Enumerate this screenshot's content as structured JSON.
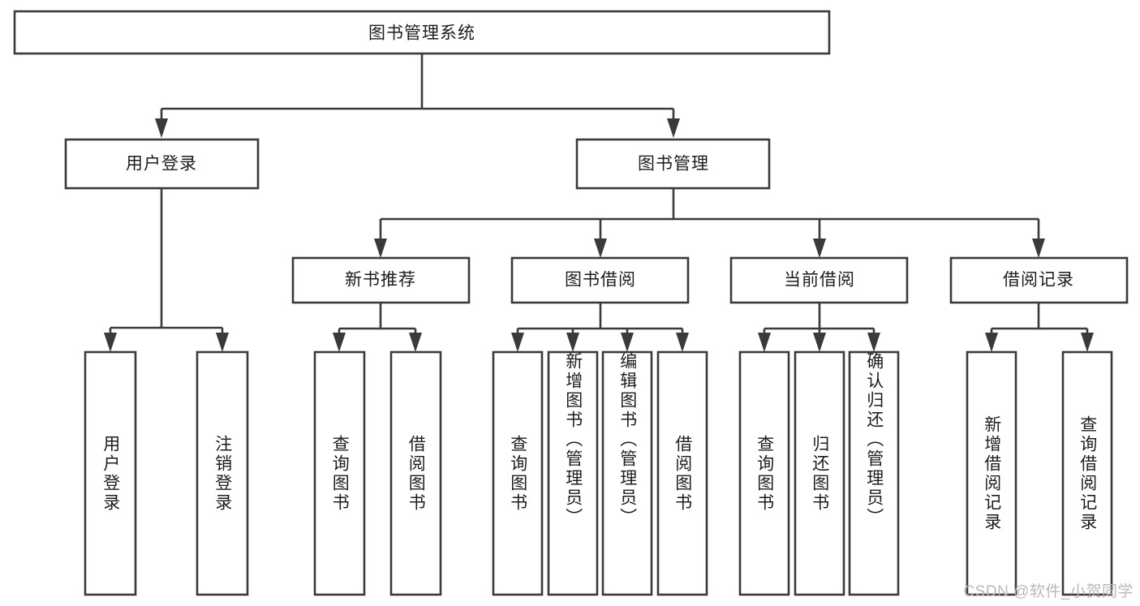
{
  "diagram": {
    "title": "图书管理系统",
    "type": "tree-hierarchy-chart",
    "colors": {
      "box_stroke": "#3a3a3a",
      "box_fill": "#ffffff",
      "text": "#1d1d1d",
      "background": "#ffffff",
      "watermark": "#b9b9b9"
    },
    "root": {
      "label": "图书管理系统"
    },
    "level2": [
      {
        "label": "用户登录"
      },
      {
        "label": "图书管理"
      }
    ],
    "level3": [
      {
        "label": "新书推荐"
      },
      {
        "label": "图书借阅"
      },
      {
        "label": "当前借阅"
      },
      {
        "label": "借阅记录"
      }
    ],
    "leaves": {
      "user_login": [
        {
          "label": "用户登录"
        },
        {
          "label": "注销登录"
        }
      ],
      "new_book_recommend": [
        {
          "label": "查询图书"
        },
        {
          "label": "借阅图书"
        }
      ],
      "book_borrow": [
        {
          "label": "查询图书"
        },
        {
          "label": "新增图书（管理员）"
        },
        {
          "label": "编辑图书（管理员）"
        },
        {
          "label": "借阅图书"
        }
      ],
      "current_borrow": [
        {
          "label": "查询图书"
        },
        {
          "label": "归还图书"
        },
        {
          "label": "确认归还（管理员）"
        }
      ],
      "borrow_record": [
        {
          "label": "新增借阅记录"
        },
        {
          "label": "查询借阅记录"
        }
      ]
    }
  },
  "watermark": {
    "text": "CSDN @软件_小贺同学"
  }
}
